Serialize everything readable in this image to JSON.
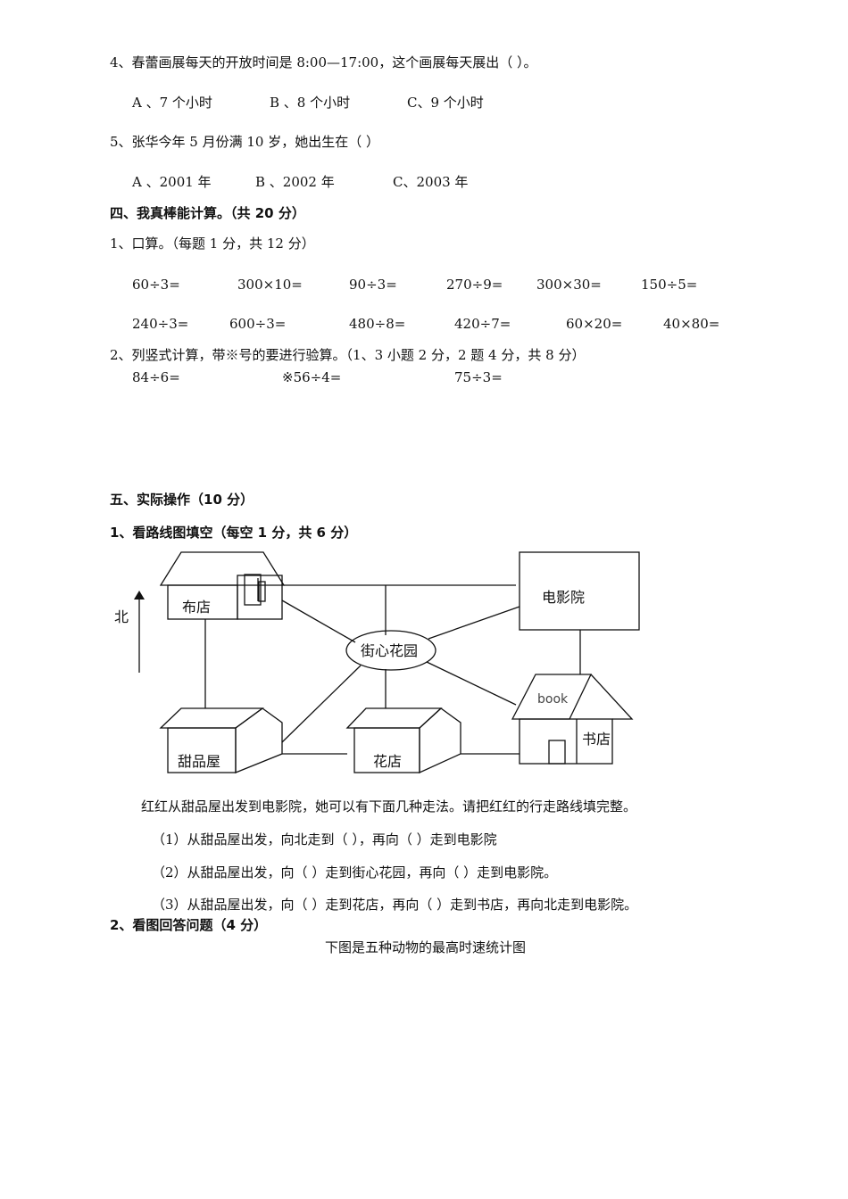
{
  "q4": {
    "stem": "4、春蕾画展每天的开放时间是 8:00—17:00，这个画展每天展出（        ）。",
    "options": [
      "A  、7 个小时",
      "B  、8 个小时",
      "C、9 个小时"
    ]
  },
  "q5": {
    "stem": "5、张华今年 5 月份满 10 岁，她出生在（          ）",
    "options": [
      "A  、2001 年",
      "B  、2002 年",
      "C、2003 年"
    ]
  },
  "section4": {
    "title": "四、我真棒能计算。（共 20 分）",
    "part1_title": "1、口算。（每题 1 分，共 12 分）",
    "row1": [
      "60÷3=",
      "300×10=",
      "90÷3=",
      "270÷9=",
      "300×30=",
      "150÷5="
    ],
    "row2": [
      "240÷3=",
      "600÷3=",
      "480÷8=",
      "420÷7=",
      "60×20=",
      "40×80="
    ],
    "part2_title": "2、列竖式计算，带※号的要进行验算。（1、3 小题 2 分，2 题 4 分，共 8 分）",
    "vertical": [
      "84÷6=",
      "※56÷4=",
      "75÷3="
    ]
  },
  "section5": {
    "title": "五、实际操作（10 分）",
    "part1_title": "1、看路线图填空（每空 1 分，共 6 分）",
    "map": {
      "north": "北",
      "cloth_shop": "布店",
      "cinema": "电影院",
      "garden": "街心花园",
      "dessert_house": "甜品屋",
      "flower_shop": "花店",
      "book_sign": "book",
      "book_store": "书店"
    },
    "intro": "红红从甜品屋出发到电影院，她可以有下面几种走法。请把红红的行走路线填完整。",
    "routes": [
      "（1）从甜品屋出发，向北走到（          ），再向（          ）走到电影院",
      "（2）从甜品屋出发，向（        ）走到街心花园，再向（        ）走到电影院。",
      "（3）从甜品屋出发，向（        ）走到花店，再向（        ）走到书店，再向北走到电影院。"
    ],
    "part2_title": "2、看图回答问题（4 分）",
    "chart_caption": "下图是五种动物的最高时速统计图"
  }
}
